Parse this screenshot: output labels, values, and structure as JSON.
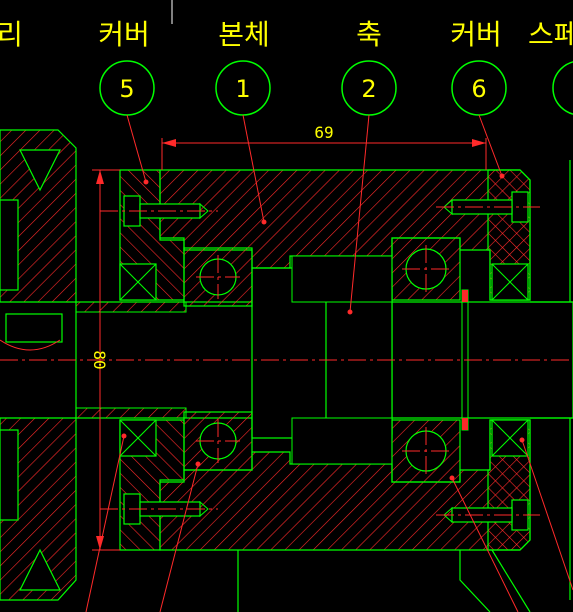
{
  "labels": {
    "pulley": "리",
    "cover_left": "커버",
    "body": "본체",
    "shaft": "축",
    "cover_right": "커버",
    "spacer": "스페"
  },
  "balloons": {
    "cover_left": "5",
    "body": "1",
    "shaft": "2",
    "cover_right": "6"
  },
  "dimensions": {
    "width": "69",
    "height": "80"
  },
  "colors": {
    "background": "#000000",
    "outline": "#00ff00",
    "hatch": "#ff2a2a",
    "centerline": "#ff2a2a",
    "dimension": "#ff2a2a",
    "text": "#ffff00"
  }
}
